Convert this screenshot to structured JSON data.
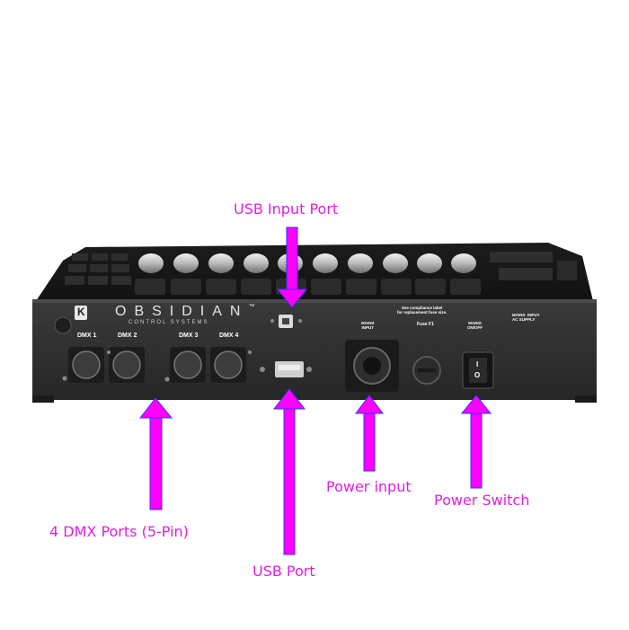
{
  "annotations": {
    "usb_input_port": "USB Input Port",
    "dmx_ports": "4 DMX Ports (5-Pin)",
    "usb_port": "USB Port",
    "power_input": "Power input",
    "power_switch": "Power Switch",
    "arrow_color": "#ff00ff"
  },
  "device": {
    "brand": "OBSIDIAN",
    "brand_tm": "™",
    "subbrand": "CONTROL SYSTEMS",
    "lock_letter": "K",
    "dmx_labels": [
      "DMX 1",
      "DMX 2",
      "DMX 3",
      "DMX 4"
    ],
    "mains_input": "MAINS\nINPUT",
    "fuse": "Fuse F1",
    "compliance": "See compliance label\nfor replacement fuse size.",
    "mains_onoff": "MAINS\nON/OFF",
    "mains_ac": "MAINS  INPUT\nAC SUPPLY",
    "switch_on": "I",
    "switch_off": "O"
  }
}
